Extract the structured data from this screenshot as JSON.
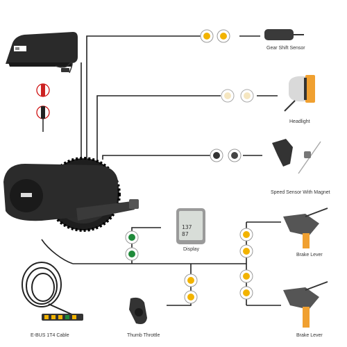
{
  "labels": {
    "gear_shift_sensor": "Gear Shift Sensor",
    "headlight": "Headlight",
    "speed_sensor": "Speed Sensor With Magnet",
    "display": "Display",
    "brake_lever_top": "Brake Lever",
    "brake_lever_bottom": "Brake Lever",
    "ebus_cable": "E-BUS 1T4 Cable",
    "thumb_throttle": "Thumb Throttle"
  },
  "display_screen": {
    "line1": "137",
    "line2": "87"
  },
  "colors": {
    "wire": "#222222",
    "yellow_connector": "#f2b300",
    "green_connector": "#1f8a3a",
    "lever_orange": "#f0a030",
    "battery_body": "#2a2a2a"
  }
}
